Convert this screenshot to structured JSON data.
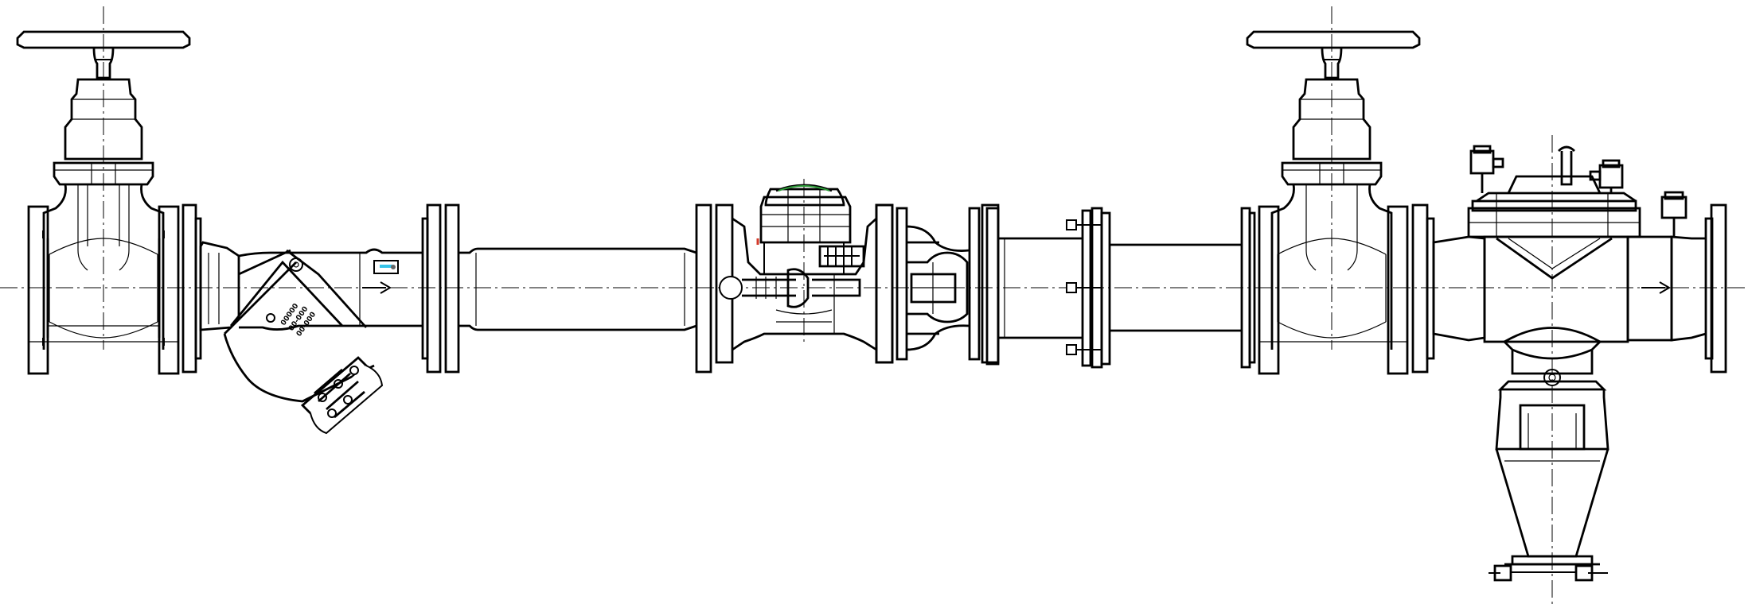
{
  "drawing": {
    "kind": "pipeline-assembly-elevation",
    "flow_direction": "left-to-right",
    "components": [
      {
        "id": "gate-valve-inlet",
        "icon": "gate-valve-icon"
      },
      {
        "id": "y-strainer",
        "icon": "y-strainer-icon"
      },
      {
        "id": "pipe-spool-1",
        "icon": "pipe-icon"
      },
      {
        "id": "water-meter",
        "icon": "water-meter-icon"
      },
      {
        "id": "check-valve",
        "icon": "check-valve-icon"
      },
      {
        "id": "dismantling-joint",
        "icon": "dismantling-joint-icon"
      },
      {
        "id": "pipe-spool-2",
        "icon": "pipe-icon"
      },
      {
        "id": "gate-valve-outlet",
        "icon": "gate-valve-icon"
      },
      {
        "id": "backflow-preventer",
        "icon": "backflow-preventer-icon"
      }
    ],
    "colors": {
      "line": "#000000",
      "meter_dial_accent": "#2e9e3a",
      "sight_glass": "#35c3e8",
      "marker": "#d43a2a"
    }
  }
}
